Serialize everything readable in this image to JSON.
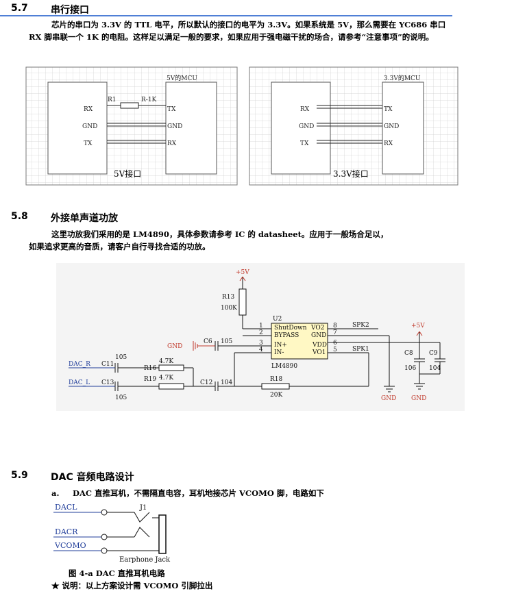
{
  "section_57": {
    "number": "5.7",
    "title": "串行接口",
    "line1": "芯片的串口为 3.3V 的 TTL 电平，所以默认的接口的电平为 3.3V。如果系统是 5V，那么需要在 YC686 串口",
    "line2": "RX 脚串联一个 1K 的电阻。这样足以满足一般的要求，如果应用于强电磁干扰的场合，请参考“注意事项”的说明。"
  },
  "diagram_5v": {
    "mcu_label": "5V的MCU",
    "left_pins": [
      "RX",
      "GND",
      "TX"
    ],
    "right_pins": [
      "TX",
      "GND",
      "RX"
    ],
    "resistor_name": "R1",
    "resistor_value": "R-1K",
    "caption": "5V接口"
  },
  "diagram_33v": {
    "mcu_label": "3.3V的MCU",
    "left_pins": [
      "RX",
      "GND",
      "TX"
    ],
    "right_pins": [
      "TX",
      "GND",
      "RX"
    ],
    "caption": "3.3V接口"
  },
  "section_58": {
    "number": "5.8",
    "title": "外接单声道功放",
    "line1": "这里功放我们采用的是 LM4890，具体参数请参考 IC 的 datasheet。应用于一般场合足以，",
    "line2": "如果追求更高的音质，请客户自行寻找合适的功放。"
  },
  "amp_schematic": {
    "vcc_top": "+5V",
    "r13": "R13",
    "r13_val": "100K",
    "u2": "U2",
    "chip": "LM4890",
    "chip_pins_left": [
      "ShutDown",
      "BYPASS",
      "IN+",
      "IN-"
    ],
    "chip_pins_right": [
      "VO2",
      "GND",
      "VDD",
      "VO1"
    ],
    "pin_nums_left": [
      "1",
      "2",
      "3",
      "4"
    ],
    "pin_nums_right": [
      "8",
      "7",
      "6",
      "5"
    ],
    "gnd_label": "GND",
    "c6": "C6",
    "c6_val": "105",
    "spk2": "SPK2",
    "spk1": "SPK1",
    "dac_r": "DAC_R",
    "dac_l": "DAC_L",
    "c11": "C11",
    "c13": "C13",
    "c11_val": "105",
    "c13_val": "105",
    "r16": "R16",
    "r19": "R19",
    "r16_val": "4.7K",
    "r19_val": "4.7K",
    "c12": "C12",
    "c12_val": "104",
    "r18": "R18",
    "r18_val": "20K",
    "vcc_right": "+5V",
    "c8": "C8",
    "c8_val": "106",
    "c9": "C9",
    "c9_val": "104",
    "gnd1": "GND",
    "gnd2": "GND"
  },
  "section_59": {
    "number": "5.9",
    "title": "DAC 音频电路设计",
    "item_a_marker": "a.",
    "item_a_text": "DAC 直推耳机，不需隔直电容，耳机地接芯片 VCOMO 脚，电路如下"
  },
  "jack_schematic": {
    "dacl": "DACL",
    "dacr": "DACR",
    "vcomo": "VCOMO",
    "j1": "J1",
    "jack_label": "Earphone Jack"
  },
  "figure_caption": "图 4-a DAC 直推耳机电路",
  "note": "★ 说明：以上方案设计需 VCOMO 引脚拉出",
  "colors": {
    "accent_line": "#4f7fd6",
    "wire_red": "#c0392b",
    "dac_blue": "#1f3c99",
    "grid": "#cfcfcf"
  }
}
